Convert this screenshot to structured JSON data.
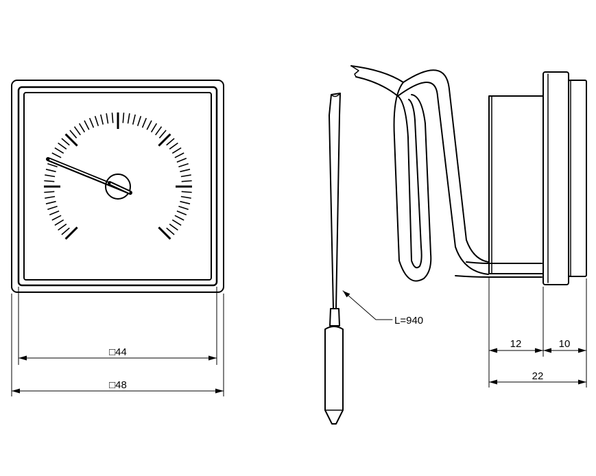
{
  "dimensions": {
    "inner_square": "□44",
    "outer_square": "□48",
    "cable_length": "L=940",
    "depth_body": "12",
    "depth_bezel": "10",
    "depth_total": "22"
  },
  "colors": {
    "line": "#000000",
    "background": "#ffffff"
  },
  "dial": {
    "minor_ticks": 60,
    "major_ticks": 7,
    "sweep_degrees": 270
  }
}
